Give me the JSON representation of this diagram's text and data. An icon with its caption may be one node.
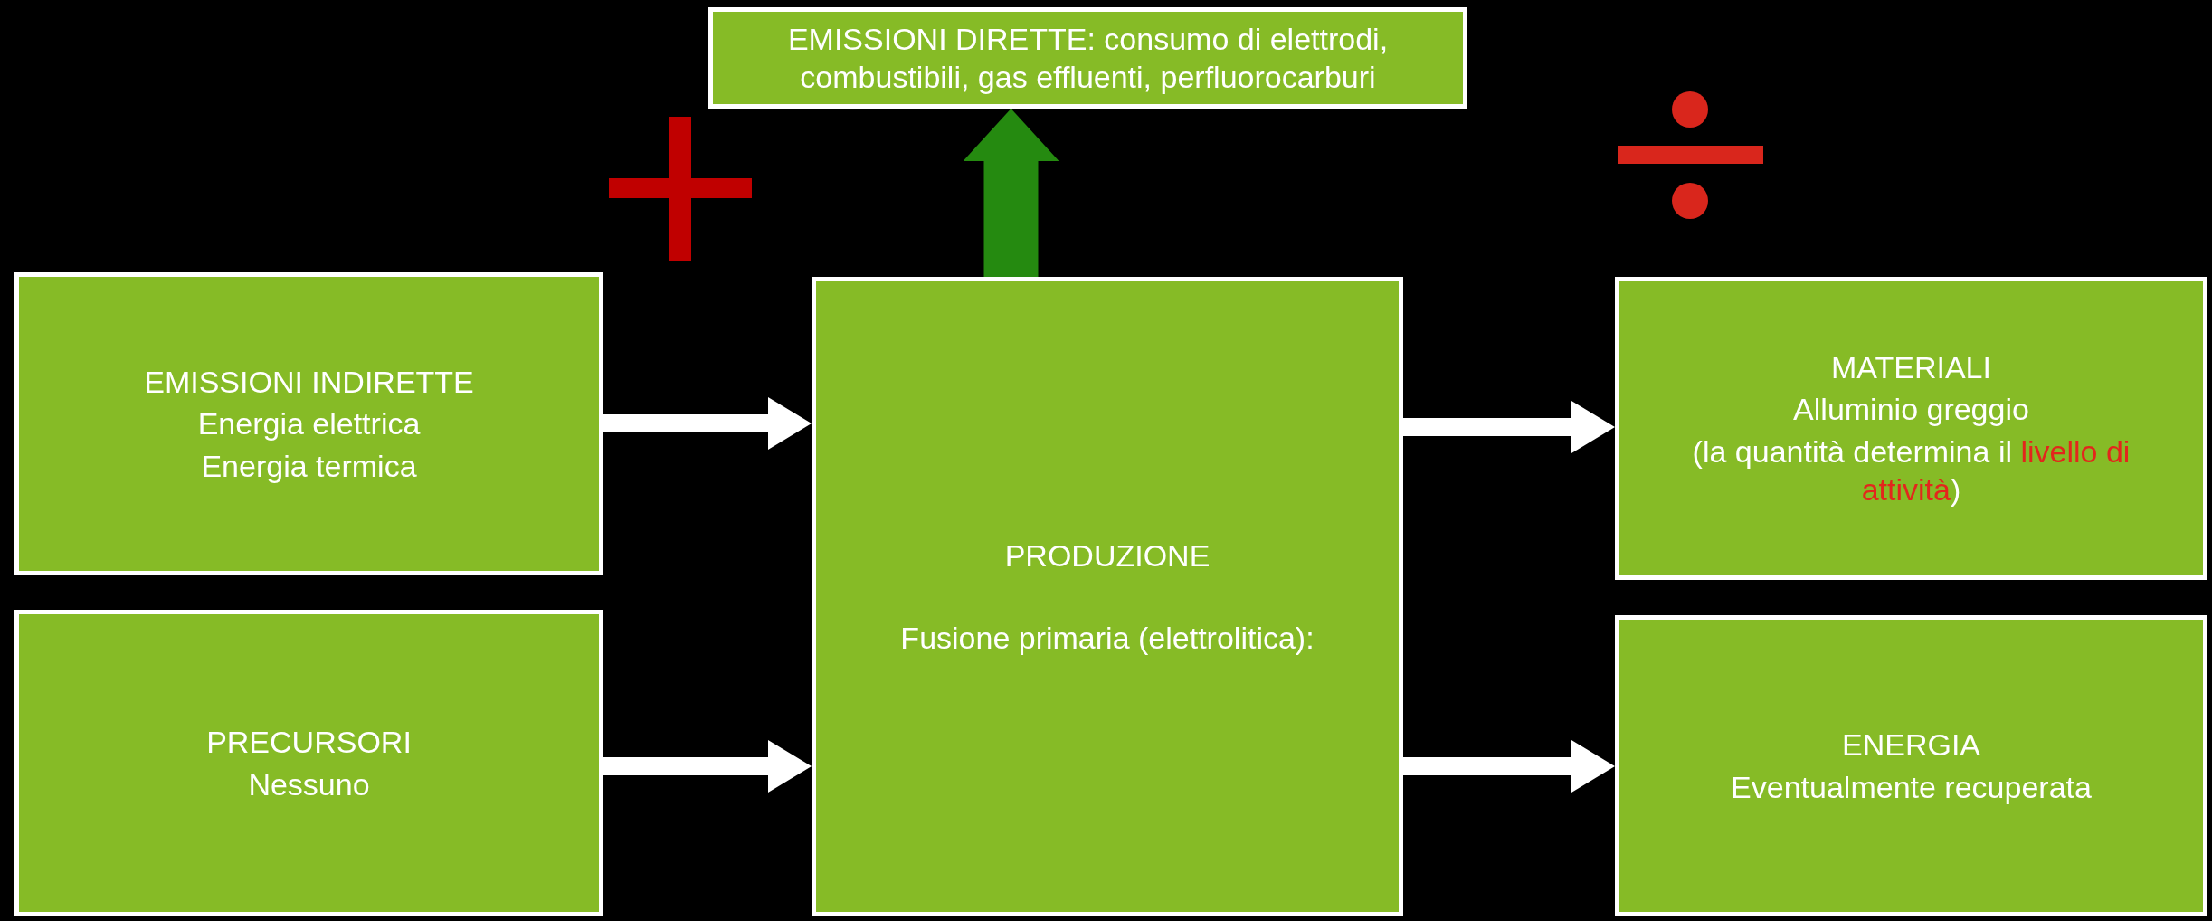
{
  "diagram": {
    "nodes": [
      {
        "text": [
          "EMISSIONI DIRETTE: consumo di elettrodi, combustibili, gas effluenti, perfluorocarburi"
        ]
      },
      {
        "text": [
          "EMISSIONI INDIRETTE",
          "Energia elettrica",
          "Energia termica"
        ]
      },
      {
        "text": [
          "PRECURSORI",
          "Nessuno"
        ]
      },
      {
        "text": [
          "PRODUZIONE",
          "Fusione primaria (elettrolitica):"
        ]
      },
      {
        "text": [
          "MATERIALI",
          "Alluminio greggio",
          "(la quantità determina il **livello di attività**)"
        ]
      },
      {
        "text": [
          "ENERGIA",
          "Eventualmente recuperata"
        ]
      }
    ],
    "edges": [
      {
        "from": 1,
        "to": 3,
        "arrow": "to"
      },
      {
        "from": 2,
        "to": 3,
        "arrow": "to"
      },
      {
        "from": 3,
        "to": 4,
        "arrow": "to"
      },
      {
        "from": 3,
        "to": 5,
        "arrow": "to"
      },
      {
        "from": 3,
        "to": 0,
        "arrow": "to",
        "style": "thick",
        "color": "#258a10"
      }
    ]
  }
}
